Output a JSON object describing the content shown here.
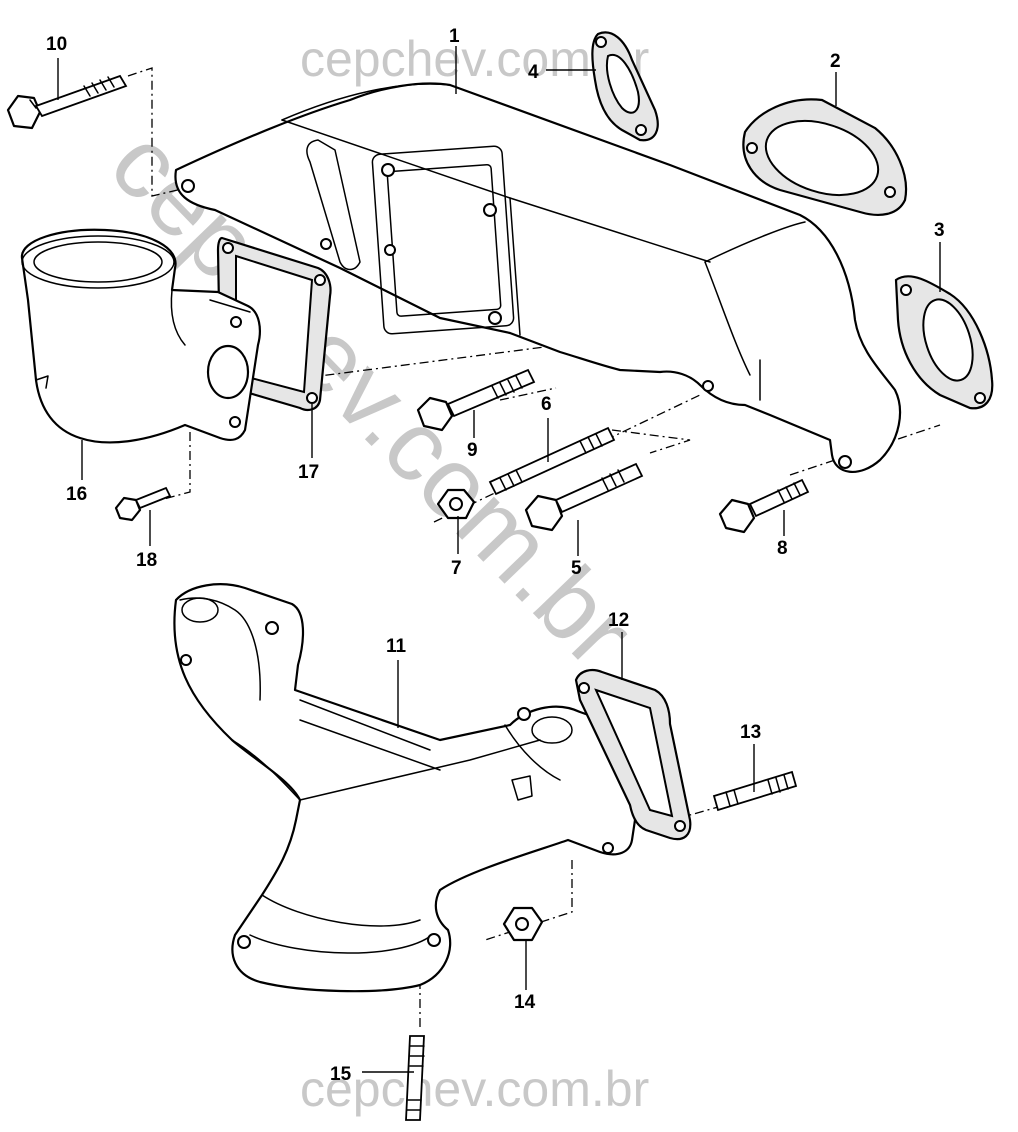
{
  "watermark": {
    "top": "cepchev.com.br",
    "diagonal": "cepchev.com.br",
    "bottom": "cepchev.com.br",
    "color": "#c8c8c8"
  },
  "callouts": {
    "c1": "1",
    "c2": "2",
    "c3": "3",
    "c4": "4",
    "c5": "5",
    "c6": "6",
    "c7": "7",
    "c8": "8",
    "c9": "9",
    "c10": "10",
    "c11": "11",
    "c12": "12",
    "c13": "13",
    "c14": "14",
    "c15": "15",
    "c16": "16",
    "c17": "17",
    "c18": "18"
  }
}
